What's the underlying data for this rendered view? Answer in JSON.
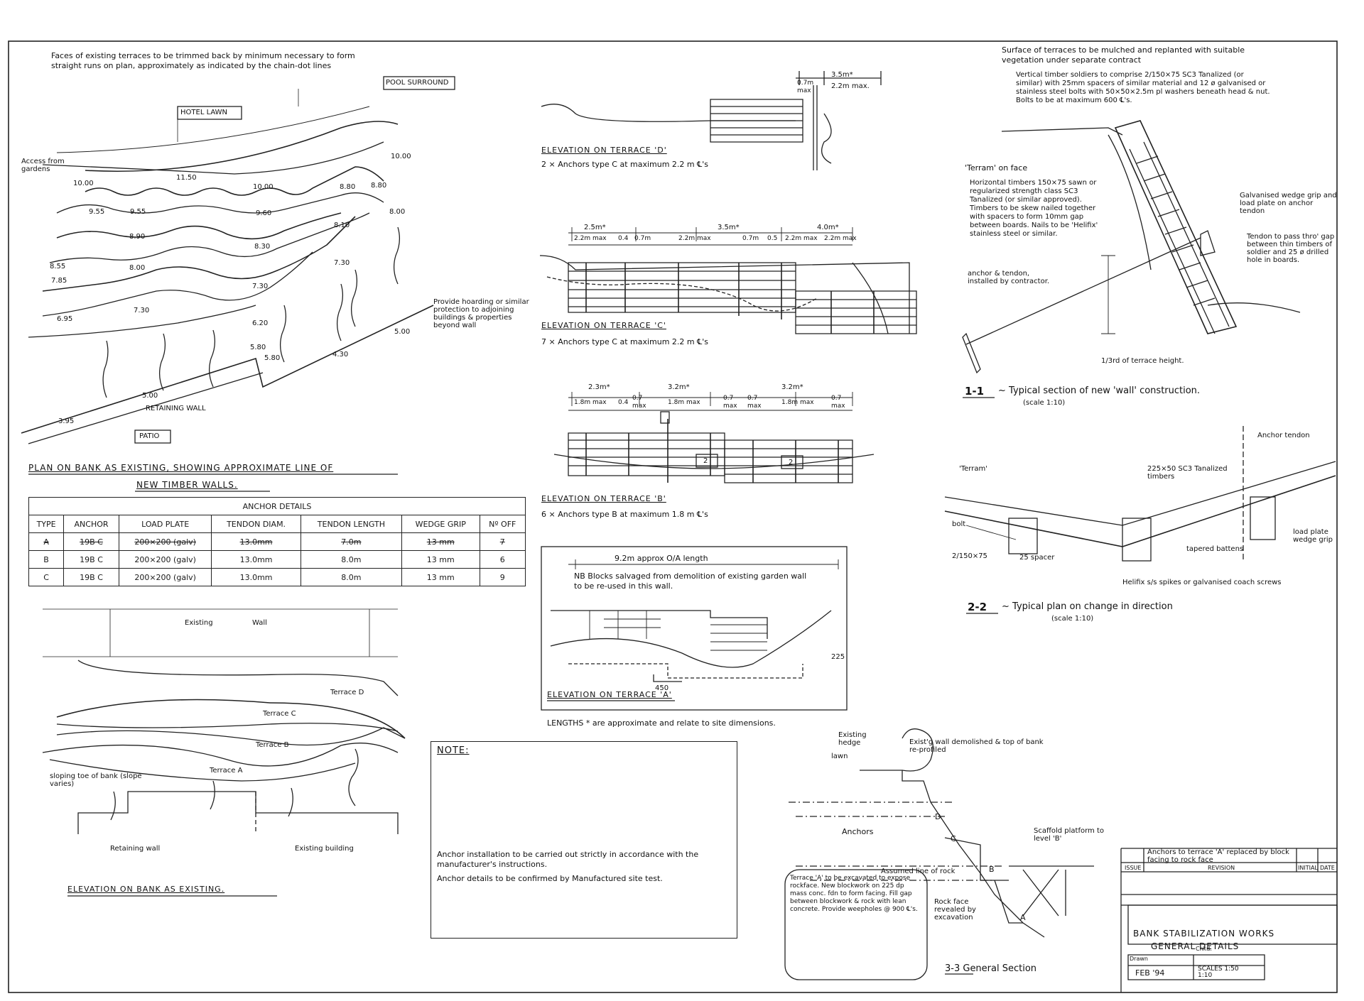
{
  "plan": {
    "note": "Faces of existing terraces to be trimmed back by minimum necessary to form straight runs on plan, approximately as indicated by the chain-dot lines",
    "pool_surround": "POOL SURROUND",
    "hotel_lawn": "HOTEL LAWN",
    "access": "Access from gardens",
    "patio": "PATIO",
    "retaining_wall": "RETAINING WALL",
    "hoarding": "Provide hoarding or similar protection to adjoining buildings & properties beyond wall",
    "levels": [
      "10.00",
      "11.50",
      "10.00",
      "10.00",
      "8.80",
      "8.80",
      "9.55",
      "9.55",
      "9.60",
      "8.00",
      "8.90",
      "8.10",
      "8.55",
      "8.30",
      "8.00",
      "7.30",
      "7.85",
      "7.30",
      "7.30",
      "6.95",
      "6.20",
      "5.00",
      "5.80",
      "5.80",
      "4.30",
      "3.95",
      "5.00"
    ],
    "title_line1": "PLAN ON BANK AS EXISTING, SHOWING APPROXIMATE LINE OF",
    "title_line2": "NEW TIMBER WALLS."
  },
  "anchor_table": {
    "title": "ANCHOR DETAILS",
    "headers": [
      "TYPE",
      "ANCHOR",
      "LOAD PLATE",
      "TENDON DIAM.",
      "TENDON LENGTH",
      "WEDGE GRIP",
      "Nº OFF"
    ],
    "rows": [
      [
        "A",
        "19B C",
        "200×200 (galv)",
        "13.0mm",
        "7.0m",
        "13 mm",
        "7"
      ],
      [
        "B",
        "19B C",
        "200×200 (galv)",
        "13.0mm",
        "8.0m",
        "13 mm",
        "6"
      ],
      [
        "C",
        "19B C",
        "200×200 (galv)",
        "13.0mm",
        "8.0m",
        "13 mm",
        "9"
      ]
    ]
  },
  "elev_existing": {
    "existing": "Existing",
    "wall": "Wall",
    "terrace_d": "Terrace D",
    "terrace_c": "Terrace C",
    "terrace_b": "Terrace B",
    "terrace_a": "Terrace A",
    "sloping_toe": "sloping toe of bank (slope varies)",
    "retaining_wall": "Retaining wall",
    "existing_building": "Existing building",
    "title": "ELEVATION ON BANK AS EXISTING."
  },
  "terrace_d": {
    "dim_total": "3.5m*",
    "dim_a": "0.7m max",
    "dim_b": "2.2m max.",
    "title": "ELEVATION ON TERRACE 'D'",
    "anchors": "2 × Anchors type C at maximum 2.2 m ℄'s"
  },
  "terrace_c": {
    "dims_top": [
      "2.5m*",
      "3.5m*",
      "4.0m*"
    ],
    "dims_sub": [
      "2.2m max",
      "0.4",
      "0.7m",
      "2.2m max",
      "0.7m",
      "0.5",
      "2.2m max",
      "2.2m max"
    ],
    "title": "ELEVATION ON TERRACE 'C'",
    "anchors": "7 × Anchors type C at maximum 2.2 m ℄'s"
  },
  "terrace_b": {
    "dims_top": [
      "2.3m*",
      "3.2m*",
      "3.2m*"
    ],
    "dims_sub": [
      "1.8m max",
      "0.4",
      "0.7 max",
      "1.8m max",
      "0.7 max",
      "0.7 max",
      "1.8m max",
      "0.7 max"
    ],
    "marker": "2",
    "title": "ELEVATION ON TERRACE 'B'",
    "anchors": "6 × Anchors type B at maximum 1.8 m ℄'s"
  },
  "terrace_a": {
    "length": "9.2m approx O/A length",
    "note": "NB Blocks salvaged from demolition of existing garden wall to be re-used in this wall.",
    "dim_450": "450",
    "dim_225": "225",
    "title": "ELEVATION ON TERRACE 'A'",
    "lengths_note": "LENGTHS * are approximate and relate to site dimensions."
  },
  "section_1_1": {
    "surface": "Surface of terraces to be mulched and replanted with suitable vegetation under separate contract",
    "soldiers": "Vertical timber soldiers to comprise 2/150×75 SC3 Tanalized (or similar) with 25mm spacers of similar material and 12 ø galvanised or stainless steel bolts with 50×50×2.5m pl washers beneath head & nut. Bolts to be at maximum 600 ℄'s.",
    "terram": "'Terram' on face",
    "horizontal": "Horizontal timbers 150×75 sawn or regularized strength class SC3 Tanalized (or similar approved). Timbers to be skew nailed together with spacers to form 10mm gap between boards. Nails to be 'Helifix' stainless steel or similar.",
    "wedge": "Galvanised wedge grip and load plate on anchor tendon",
    "tendon_pass": "Tendon to pass thro' gap between thin timbers of soldier and 25 ø drilled hole in boards.",
    "anchor_installed": "anchor & tendon, installed by contractor.",
    "third": "1/3rd of terrace height.",
    "title_num": "1-1",
    "title": "~ Typical section of new 'wall' construction.",
    "scale": "(scale 1:10)"
  },
  "section_2_2": {
    "anchor_tendon": "Anchor tendon",
    "terram": "'Terram'",
    "timbers": "225×50 SC3 Tanalized timbers",
    "bolt": "bolt",
    "soldier": "2/150×75",
    "spacer": "25 spacer",
    "tapered": "tapered battens",
    "load_plate": "load plate wedge grip",
    "helifix": "Helifix s/s spikes or galvanised coach screws",
    "title_num": "2-2",
    "title": "~ Typical plan on change in direction",
    "scale": "(scale 1:10)"
  },
  "note_box": {
    "title": "NOTE:",
    "line1": "Anchor installation to be carried out strictly in accordance with the manufacturer's instructions.",
    "line2": "Anchor details to be confirmed by Manufactured site test."
  },
  "section_3_3": {
    "hedge": "Existing hedge",
    "lawn": "lawn",
    "demolished": "Exist'g wall demolished & top of bank re-profiled",
    "anchors": "Anchors",
    "scaffold": "Scaffold platform to level 'B'",
    "assumed": "Assumed line of rock",
    "terrace_a_note": "Terrace 'A' to be excavated to expose rockface. New blockwork on 225 dp mass conc. fdn to form facing. Fill gap between blockwork & rock with lean concrete. Provide weepholes @ 900 ℄'s.",
    "rock_face": "Rock face revealed by excavation",
    "labels": [
      "D",
      "C",
      "B",
      "A"
    ],
    "title": "3-3 General Section"
  },
  "title_block": {
    "revision_text": "Anchors to terrace 'A' replaced by block facing to rock face",
    "col_issue": "ISSUE",
    "col_revision": "REVISION",
    "col_initial": "INITIAL",
    "col_date": "DATE",
    "project": "BANK STABILIZATION WORKS",
    "drawing": "GENERAL DETAILS",
    "drawn_label": "Drawn",
    "chkd_label": "Chkd.",
    "date": "FEB '94",
    "scales": "SCALES 1:50 1:10"
  }
}
